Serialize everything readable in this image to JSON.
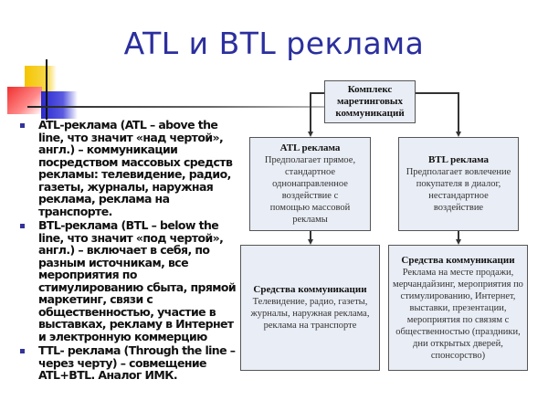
{
  "title": "ATL и BTL реклама",
  "bullets": [
    "ATL-реклама (ATL – above the line, что значит «над чертой», англ.) – коммуникации посредством массовых средств рекламы: телевидение, радио, газеты, журналы, наружная реклама, реклама на транспорте.",
    "BTL-реклама (BTL – below the line, что значит «под чертой», англ.) – включает в себя, по разным источникам, все мероприятия по стимулированию сбыта, прямой маркетинг, связи с общественностью, участие в выставках, рекламу в Интернет и электронную коммерцию",
    "TTL- реклама (Through the line – через черту) – совмещение ATL+BTL. Аналог ИМК."
  ],
  "diagram": {
    "root": "Комплекс маретинговых коммуникаций",
    "atl": {
      "title": "ATL реклама",
      "text": "Предполагает прямое, стандартное однонаправленное воздействие с помощью массовой рекламы"
    },
    "btl": {
      "title": "BTL реклама",
      "text": "Предполагает вовлечение покупателя в диалог, нестандартное воздействие"
    },
    "atl_means": {
      "title": "Средства коммуникации",
      "text": "Телевидение, радио, газеты, журналы, наружная реклама, реклама на транспорте"
    },
    "btl_means": {
      "title": "Средства коммуникации",
      "text": "Реклама на месте продажи, мерчандайзинг, мероприятия по стимулированию, Интернет, выставки, презентации, мероприятия по связям с общественностью (праздники, дни открытых дверей, спонсорство)"
    }
  }
}
